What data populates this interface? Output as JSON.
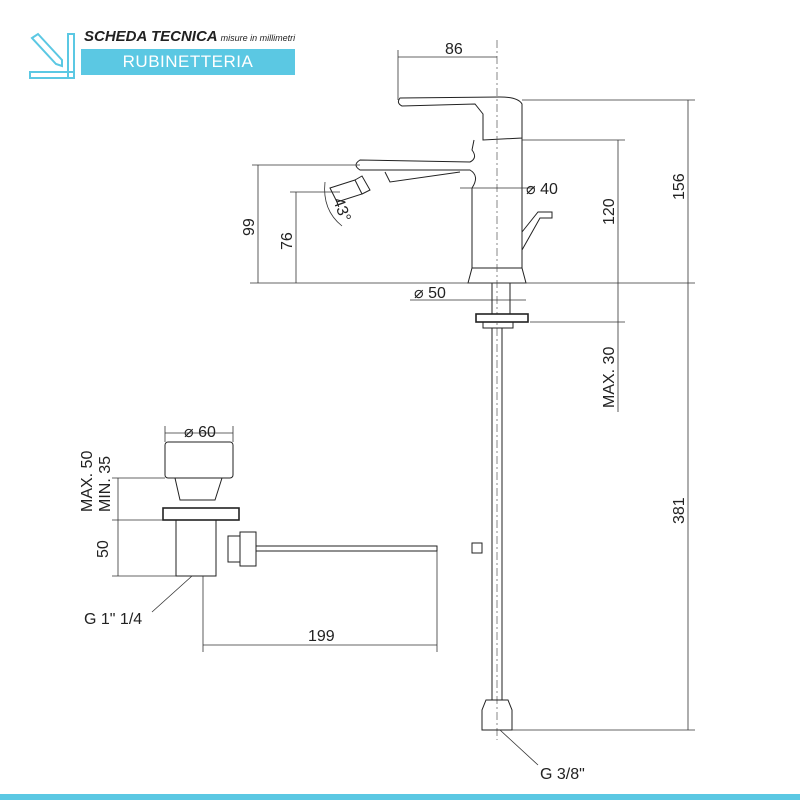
{
  "header": {
    "title": "SCHEDA TECNICA",
    "subtitle": "misure in millimetri",
    "category": "RUBINETTERIA"
  },
  "colors": {
    "accent": "#5bc8e3",
    "line": "#222222"
  },
  "faucet": {
    "dims": {
      "lever_reach": "86",
      "total_height": "156",
      "body_height": "120",
      "spout_height": "99",
      "nozzle_height": "76",
      "nozzle_angle": "43°",
      "body_diameter": "⌀ 40",
      "base_diameter": "⌀ 50",
      "max_thickness": "MAX. 30",
      "hose_length": "381",
      "connection": "G 3/8\""
    }
  },
  "drain": {
    "dims": {
      "cap_diameter": "⌀ 60",
      "max": "MAX. 50",
      "min": "MIN. 35",
      "body_height": "50",
      "rod_length": "199",
      "thread": "G 1\" 1/4"
    }
  }
}
